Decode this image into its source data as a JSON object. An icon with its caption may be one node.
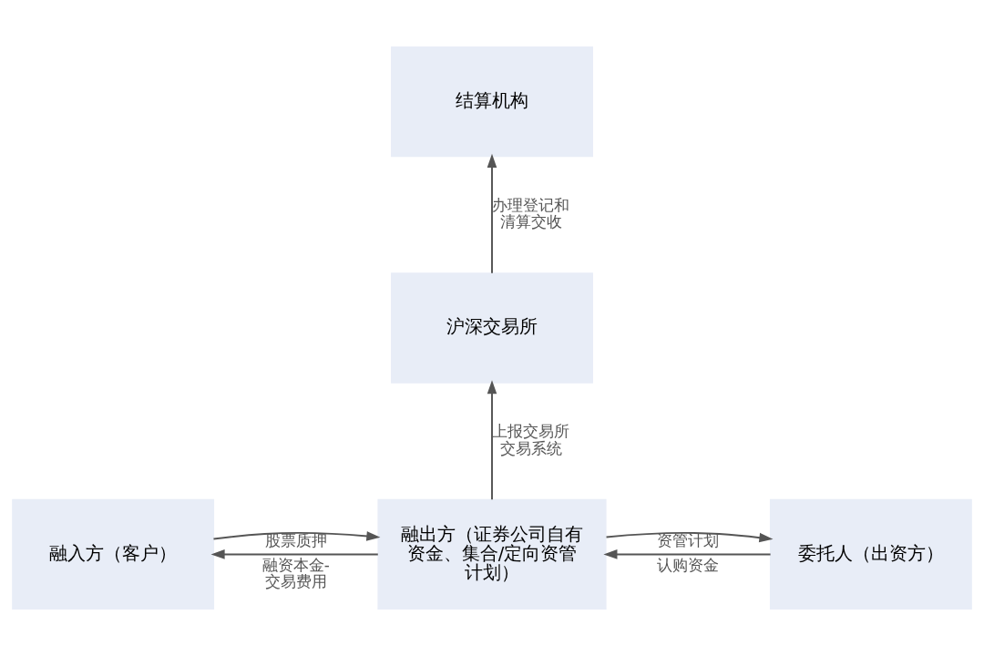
{
  "diagram": {
    "nodes": [
      {
        "text": [
          "结算机构"
        ]
      },
      {
        "text": [
          "沪深交易所"
        ]
      },
      {
        "text": [
          "融入方（客户）"
        ]
      },
      {
        "text": [
          "融出方（证券公司自有资金、集合/定向资管计划）"
        ]
      },
      {
        "text": [
          "委托人（出资方）"
        ]
      }
    ],
    "edges": [
      {
        "from": 1,
        "to": 0,
        "arrow": "to",
        "label": "办理登记和清算交收"
      },
      {
        "from": 3,
        "to": 1,
        "arrow": "to",
        "label": "上报交易所交易系统"
      },
      {
        "from": 3,
        "to": 2,
        "arrow": "to",
        "label": "融资本金-交易费用"
      },
      {
        "from": 2,
        "to": 3,
        "arrow": "to",
        "label": "股票质押"
      },
      {
        "from": 4,
        "to": 3,
        "arrow": "to",
        "label": "认购资金"
      },
      {
        "from": 3,
        "to": 4,
        "arrow": "to",
        "label": "资管计划"
      }
    ]
  }
}
